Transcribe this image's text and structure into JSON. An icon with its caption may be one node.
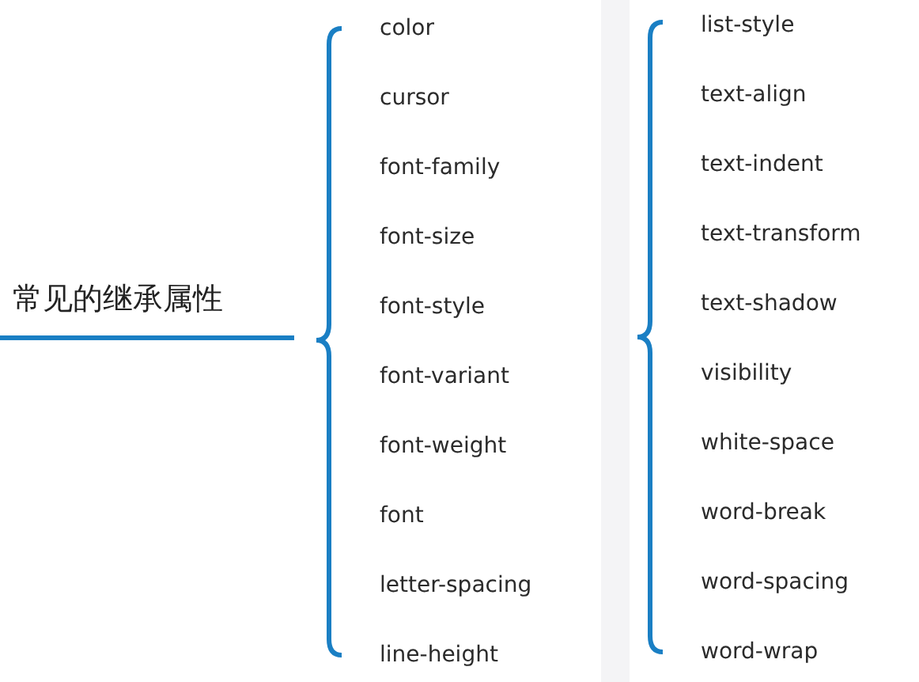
{
  "diagram": {
    "nodes": [
      {
        "text": [
          "常见的继承属性"
        ]
      }
    ],
    "labels": [
      "color",
      "cursor",
      "font-family",
      "font-size",
      "font-style",
      "font-variant",
      "font-weight",
      "font",
      "letter-spacing",
      "line-height",
      "list-style",
      "text-align",
      "text-indent",
      "text-transform",
      "text-shadow",
      "visibility",
      "white-space",
      "word-break",
      "word-spacing",
      "word-wrap"
    ]
  }
}
